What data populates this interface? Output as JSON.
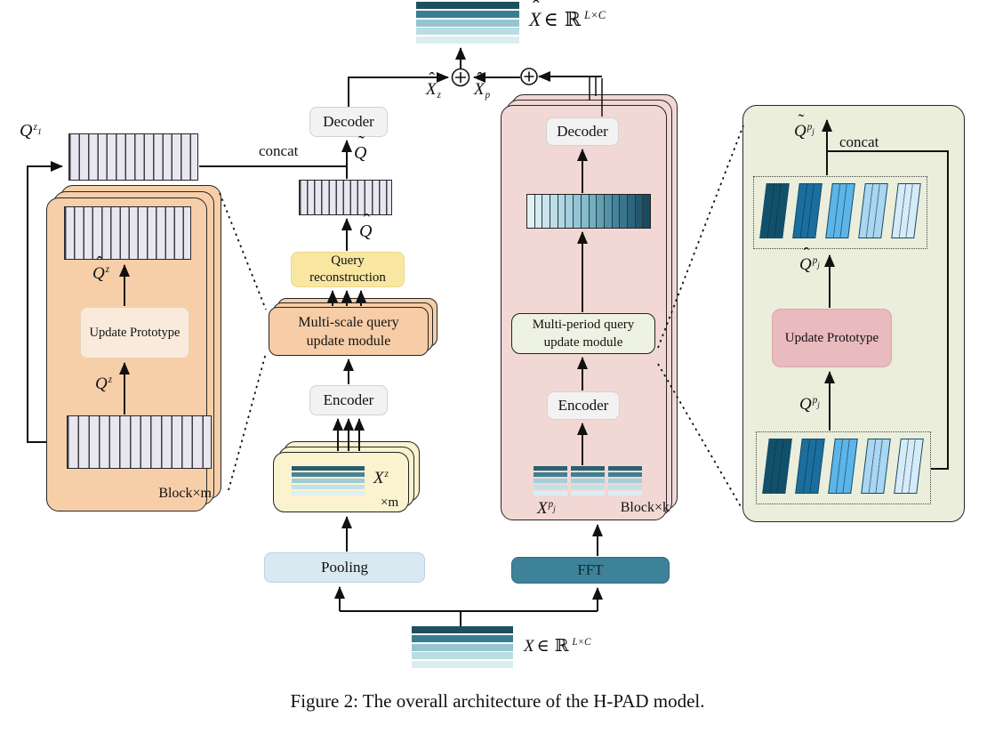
{
  "caption": "Figure 2: The overall architecture of the H-PAD model.",
  "output": {
    "bars": [
      "#1e4f60",
      "#3b7d90",
      "#94c5d1",
      "#b9dde3",
      "#dcedf0"
    ],
    "label": {
      "accent": "ˆ",
      "base": "X",
      "mid": "∈ ℝ",
      "sup": "L×C"
    },
    "xhat_z": {
      "accent": "ˆ",
      "base": "X",
      "sub": "z"
    },
    "xhat_p": {
      "accent": "ˆ",
      "base": "X",
      "sub": "p"
    }
  },
  "input": {
    "bars": [
      "#1e4f60",
      "#3b7d90",
      "#94c5d1",
      "#b9dde3",
      "#dcedf0"
    ],
    "label": {
      "base": "X",
      "mid": "∈ ℝ",
      "sup": "L×C"
    }
  },
  "scale_branch": {
    "q_z1": {
      "base": "Q",
      "sup": "z",
      "supsub": "1"
    },
    "concat": "concat",
    "block_label": "Block×m",
    "q_hat_z": {
      "accent": "ˆ",
      "base": "Q",
      "sup": "z"
    },
    "update_prototype": "Update Prototype",
    "q_z": {
      "base": "Q",
      "sup": "z"
    },
    "decoder": "Decoder",
    "q_tilde": {
      "accent": "˜",
      "base": "Q"
    },
    "q_hat": {
      "accent": "ˆ",
      "base": "Q"
    },
    "query_reconstruction": [
      "Query",
      "reconstruction"
    ],
    "module": [
      "Multi-scale query",
      "update module"
    ],
    "encoder": "Encoder",
    "x_z": {
      "base": "X",
      "sup": "z"
    },
    "x_z_bars": [
      "#275d6f",
      "#4a8396",
      "#9fccd6",
      "#c2e1e7",
      "#def0f2"
    ],
    "times_m": "×m",
    "pooling": "Pooling"
  },
  "period_branch": {
    "decoder": "Decoder",
    "gradient_bars": [
      "#e2f0f4",
      "#d6eaef",
      "#cbe4eb",
      "#bfdde6",
      "#b2d6e1",
      "#a4cedb",
      "#95c5d4",
      "#85bbcb",
      "#74aec1",
      "#639fb3",
      "#5391a6",
      "#448399",
      "#38758b",
      "#2c667d",
      "#23586d",
      "#1a4a5e"
    ],
    "module": [
      "Multi-period query",
      "update module"
    ],
    "encoder": "Encoder",
    "group_bars": [
      "#2a6173",
      "#3f7f92",
      "#a5cfd8",
      "#c2e1e7",
      "#ddeef2"
    ],
    "x_pj": {
      "base": "X",
      "sup": "p",
      "supsub": "j"
    },
    "block_label": "Block×k",
    "fft": "FFT"
  },
  "detail_panel": {
    "q_tilde_pj": {
      "accent": "˜",
      "base": "Q",
      "sup": "p",
      "supsub": "j"
    },
    "concat": "concat",
    "cards": [
      "#11506a",
      "#1b6f9f",
      "#5cb5e8",
      "#a9d6f0",
      "#d6ebf8"
    ],
    "q_hat_pj": {
      "accent": "ˆ",
      "base": "Q",
      "sup": "p",
      "supsub": "j"
    },
    "update_prototype": "Update Prototype",
    "q_pj": {
      "base": "Q",
      "sup": "p",
      "supsub": "j"
    }
  }
}
